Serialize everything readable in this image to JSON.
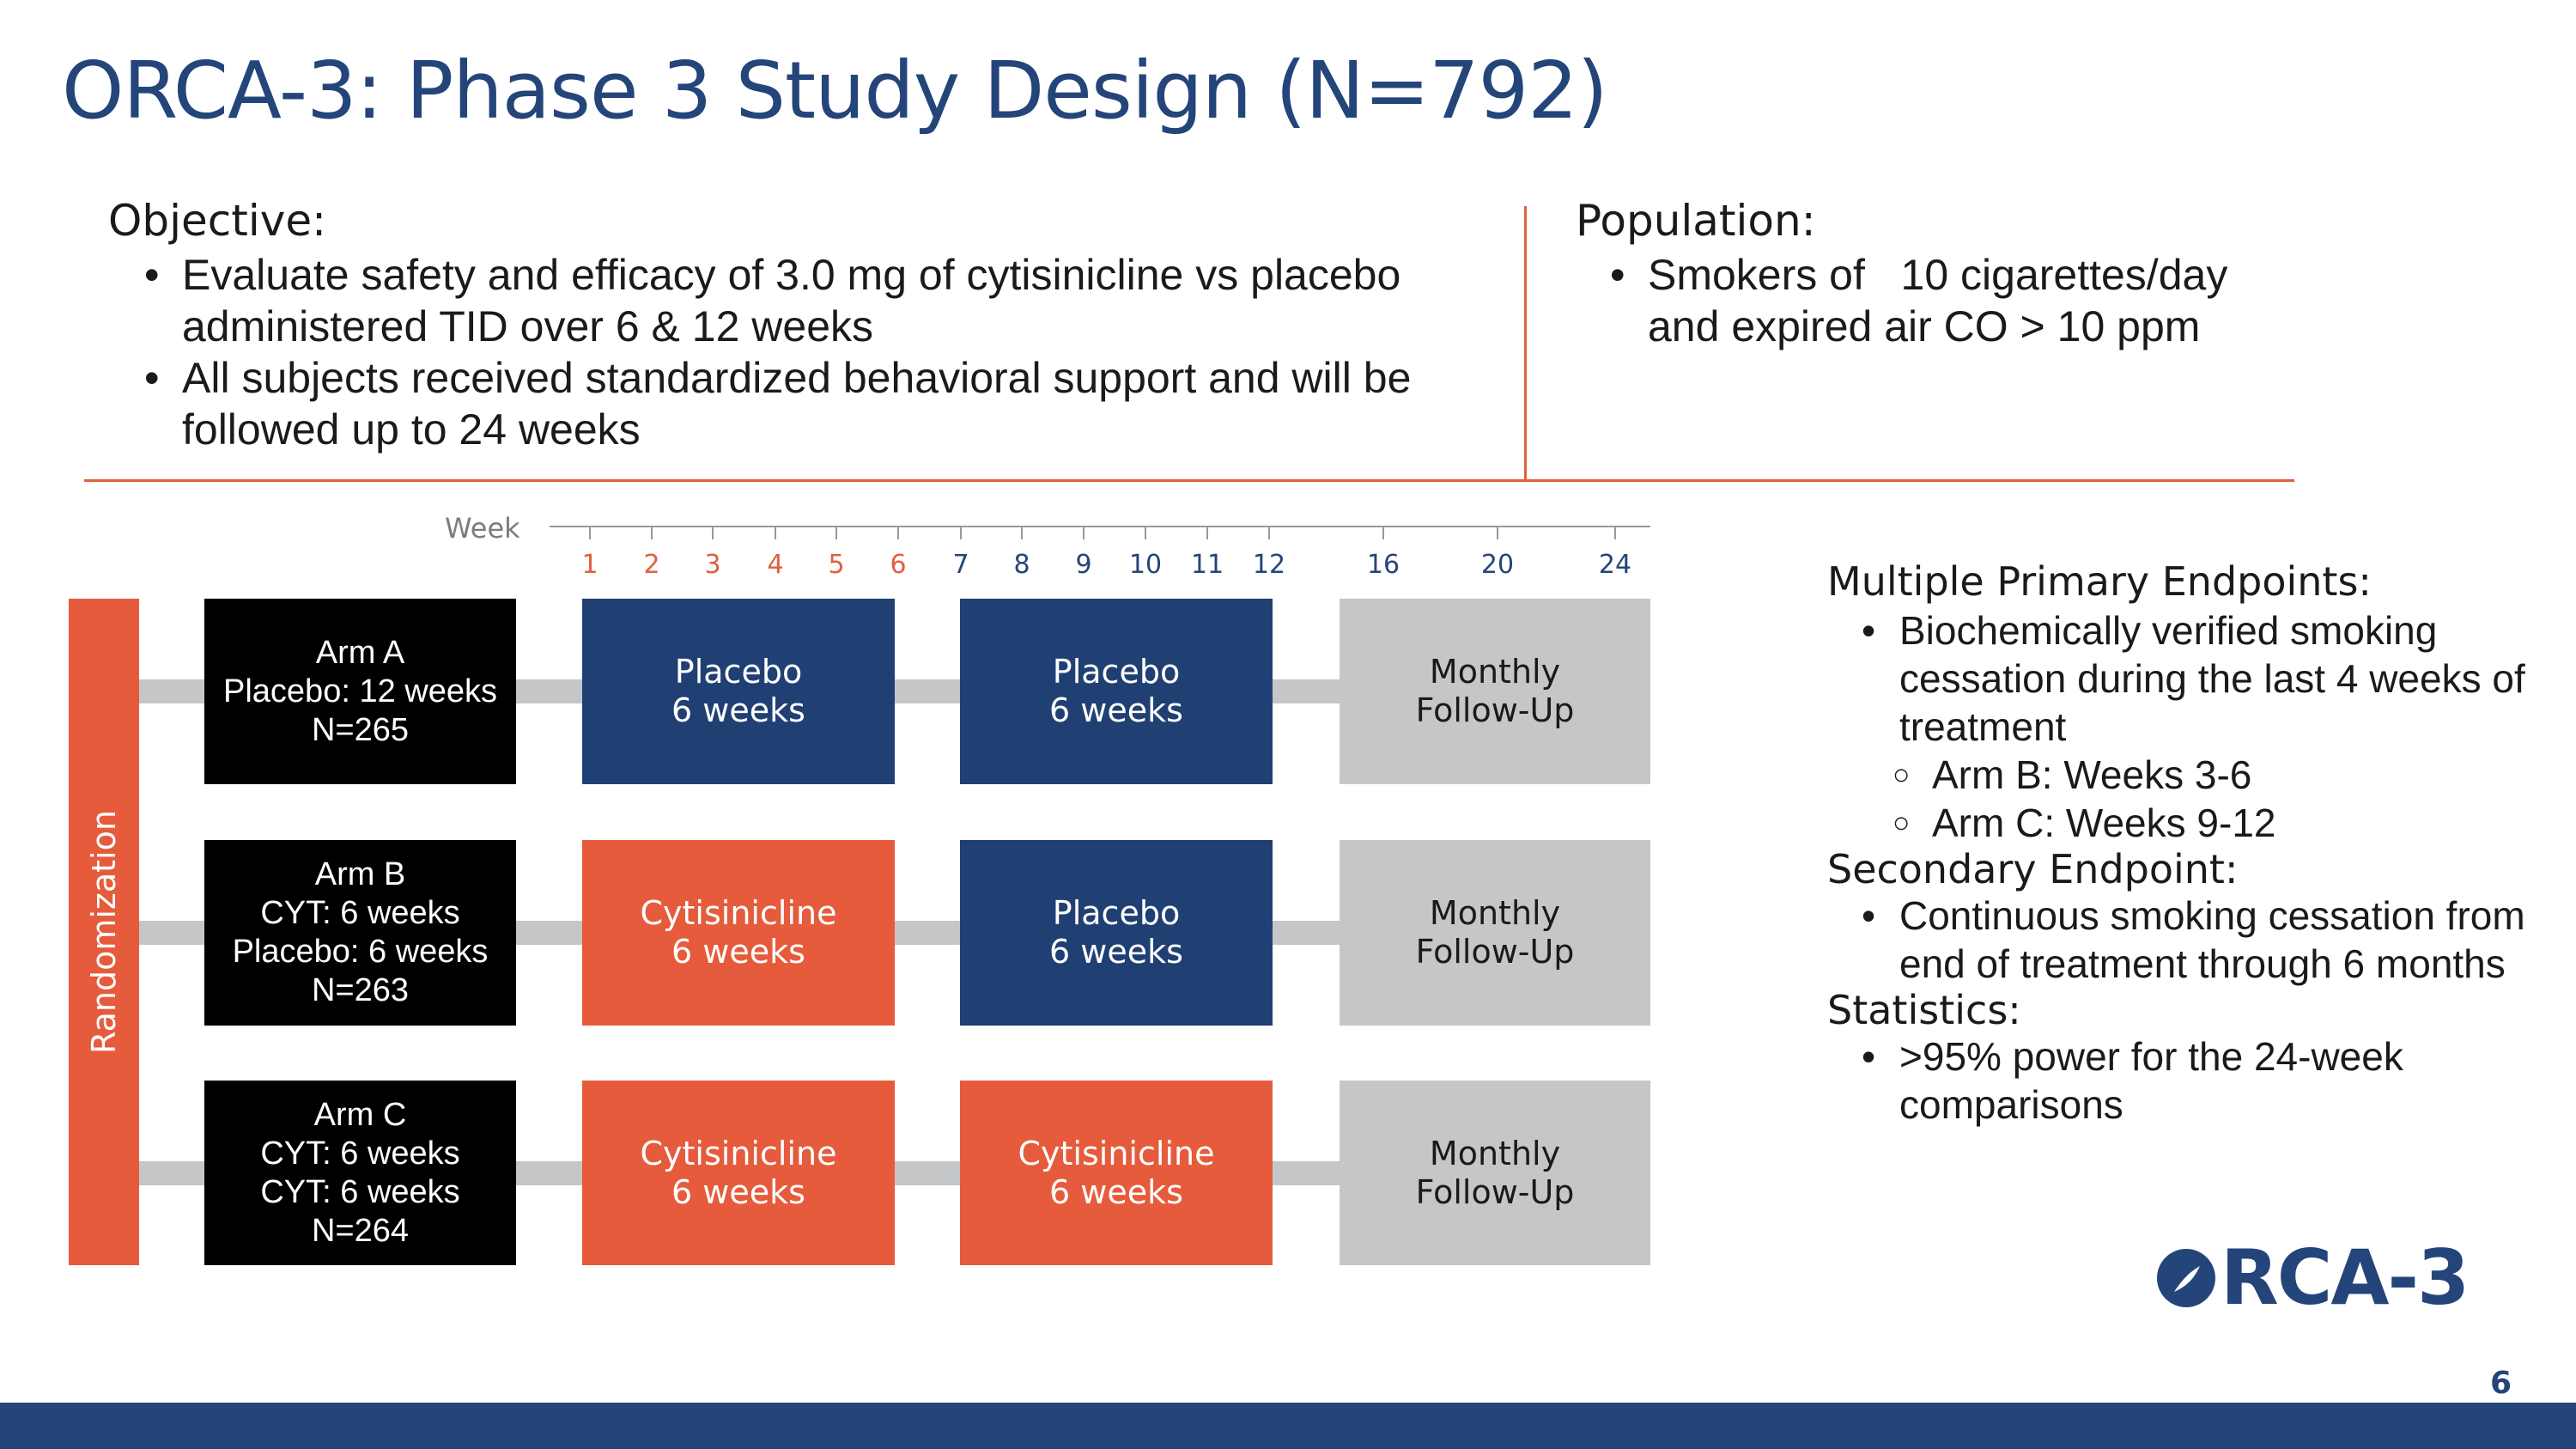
{
  "slide": {
    "title": "ORCA-3: Phase 3 Study Design (N=792)",
    "page_number": "6"
  },
  "objective": {
    "heading": "Objective:",
    "bullets": [
      "Evaluate safety and efficacy of 3.0 mg of cytisinicline vs placebo administered TID over 6 & 12 weeks",
      "All subjects received standardized behavioral support and will be followed up to 24 weeks"
    ]
  },
  "population": {
    "heading": "Population:",
    "bullets": [
      "Smokers of   10 cigarettes/day and expired air CO > 10 ppm"
    ]
  },
  "timeline": {
    "week_label": "Week",
    "ticks": [
      {
        "label": "1",
        "color": "#e0603f"
      },
      {
        "label": "2",
        "color": "#e0603f"
      },
      {
        "label": "3",
        "color": "#e0603f"
      },
      {
        "label": "4",
        "color": "#e0603f"
      },
      {
        "label": "5",
        "color": "#e0603f"
      },
      {
        "label": "6",
        "color": "#e0603f"
      },
      {
        "label": "7",
        "color": "#24457a"
      },
      {
        "label": "8",
        "color": "#24457a"
      },
      {
        "label": "9",
        "color": "#24457a"
      },
      {
        "label": "10",
        "color": "#24457a"
      },
      {
        "label": "11",
        "color": "#24457a"
      },
      {
        "label": "12",
        "color": "#24457a"
      },
      {
        "label": "16",
        "color": "#24457a"
      },
      {
        "label": "20",
        "color": "#24457a"
      },
      {
        "label": "24",
        "color": "#24457a"
      }
    ]
  },
  "randomization": {
    "label": "Randomization"
  },
  "arms": [
    {
      "lines": [
        "Arm A",
        "Placebo: 12 weeks",
        "N=265"
      ],
      "period1": [
        "Placebo",
        "6 weeks"
      ],
      "period2": [
        "Placebo",
        "6 weeks"
      ],
      "followup": [
        "Monthly",
        "Follow-Up"
      ]
    },
    {
      "lines": [
        "Arm B",
        "CYT: 6 weeks",
        "Placebo: 6 weeks",
        "N=263"
      ],
      "period1": [
        "Cytisinicline",
        "6 weeks"
      ],
      "period2": [
        "Placebo",
        "6 weeks"
      ],
      "followup": [
        "Monthly",
        "Follow-Up"
      ]
    },
    {
      "lines": [
        "Arm C",
        "CYT: 6 weeks",
        "CYT: 6 weeks",
        "N=264"
      ],
      "period1": [
        "Cytisinicline",
        "6 weeks"
      ],
      "period2": [
        "Cytisinicline",
        "6 weeks"
      ],
      "followup": [
        "Monthly",
        "Follow-Up"
      ]
    }
  ],
  "endpoints": {
    "primary_heading": "Multiple Primary Endpoints:",
    "primary_bullet": "Biochemically verified smoking cessation during the last 4 weeks of treatment",
    "primary_sub": [
      "Arm B: Weeks 3-6",
      "Arm C: Weeks 9-12"
    ],
    "secondary_heading": "Secondary Endpoint:",
    "secondary_bullet": "Continuous smoking cessation from end of treatment through 6 months",
    "statistics_heading": "Statistics:",
    "statistics_bullet": ">95% power for the 24-week comparisons"
  },
  "logo": {
    "text": "RCA-3"
  },
  "colors": {
    "navy": "#24457a",
    "navy_box": "#203f73",
    "orange": "#e55b3c",
    "gray_box": "#c5c6c8"
  }
}
